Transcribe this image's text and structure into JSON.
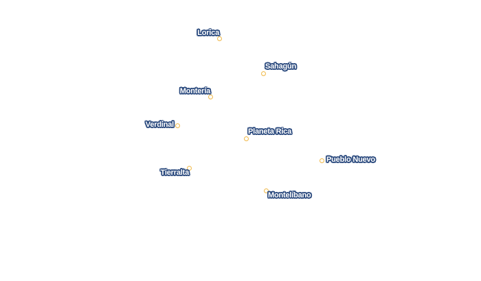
{
  "map": {
    "marker_color": "#f0b84a",
    "label_text_color": "#ffffff",
    "label_halo_color": "#2b4a7e",
    "cities": [
      {
        "id": "lorica",
        "name": "Lorica"
      },
      {
        "id": "sahagun",
        "name": "Sahagún"
      },
      {
        "id": "monteria",
        "name": "Montería"
      },
      {
        "id": "verdinal",
        "name": "Verdinal"
      },
      {
        "id": "planeta-rica",
        "name": "Planeta Rica"
      },
      {
        "id": "pueblo-nuevo",
        "name": "Pueblo Nuevo"
      },
      {
        "id": "tierralta",
        "name": "Tierralta"
      },
      {
        "id": "montelibano",
        "name": "Montelíbano"
      }
    ]
  }
}
